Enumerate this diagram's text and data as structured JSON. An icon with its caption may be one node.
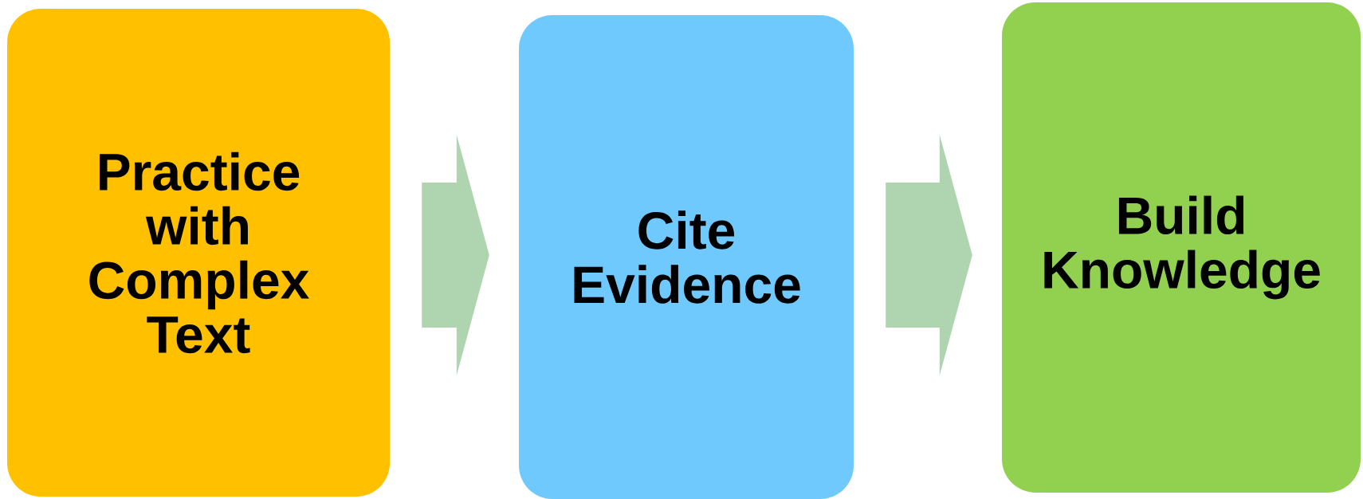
{
  "diagram": {
    "nodes": [
      {
        "text": [
          "Practice with Complex Text"
        ]
      },
      {
        "text": [
          "Cite Evidence"
        ]
      },
      {
        "text": [
          "Build Knowledge"
        ]
      }
    ],
    "edges": [
      {
        "from": 0,
        "to": 1,
        "arrow": "to"
      },
      {
        "from": 1,
        "to": 2,
        "arrow": "to"
      }
    ]
  }
}
